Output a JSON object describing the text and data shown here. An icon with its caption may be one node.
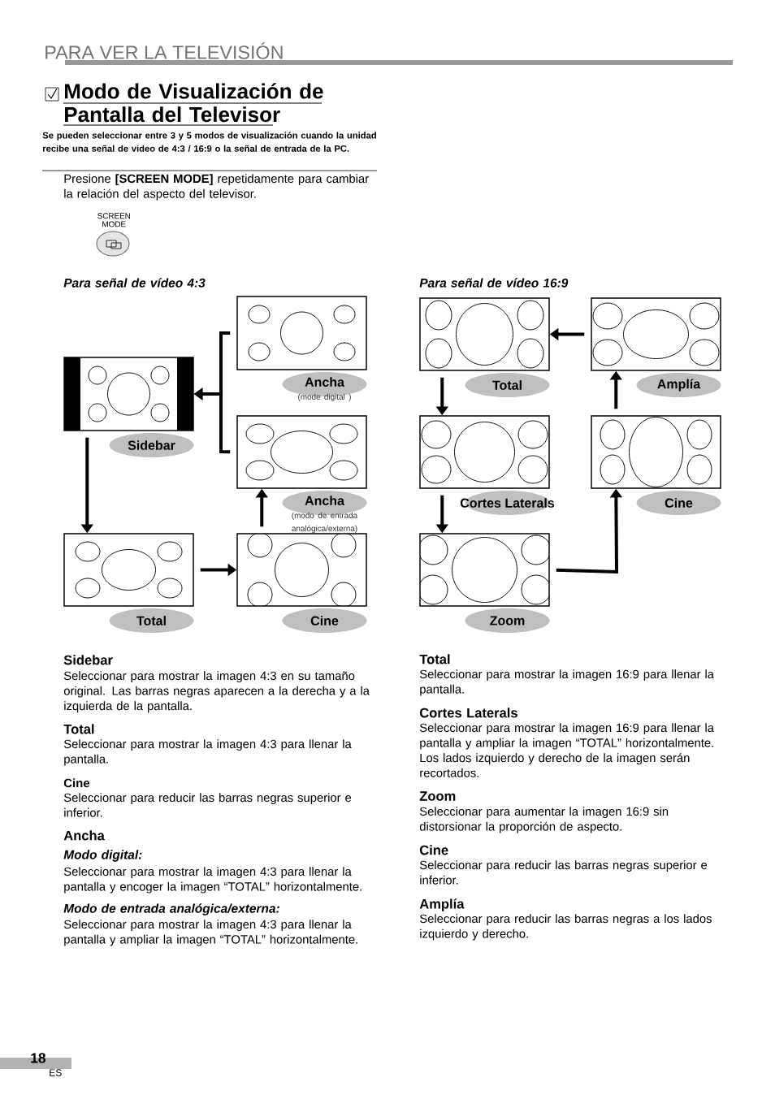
{
  "diagram": {
    "title": "PARA VER LA TELEVISIÓN",
    "nodes": [
      {
        "text": [],
        "shape": "box",
        "beside": [
          "Ancha",
          "(mode digital )"
        ]
      },
      {
        "text": [],
        "shape": "box",
        "beside": [
          "Sidebar"
        ]
      },
      {
        "text": [],
        "shape": "box",
        "beside": [
          "Ancha",
          "(modo de entrada analógica/externa)"
        ]
      },
      {
        "text": [],
        "shape": "box",
        "beside": [
          "Total"
        ]
      },
      {
        "text": [],
        "shape": "box",
        "beside": [
          "Cine"
        ]
      },
      {
        "text": [],
        "shape": "box",
        "beside": [
          "Total"
        ]
      },
      {
        "text": [],
        "shape": "box",
        "beside": [
          "Amplía"
        ]
      },
      {
        "text": [],
        "shape": "box",
        "beside": [
          "Cortes Laterals"
        ]
      },
      {
        "text": [],
        "shape": "box",
        "beside": [
          "Cine"
        ]
      },
      {
        "text": [],
        "shape": "box",
        "beside": [
          "Zoom"
        ]
      }
    ],
    "edges": [
      {
        "from": 0,
        "to": 1,
        "arrow": "to"
      },
      {
        "from": 2,
        "to": 1,
        "arrow": "to"
      },
      {
        "from": 1,
        "to": 3,
        "arrow": "to"
      },
      {
        "from": 3,
        "to": 4,
        "arrow": "to"
      },
      {
        "from": 4,
        "to": 2,
        "arrow": "to"
      },
      {
        "from": 6,
        "to": 5,
        "arrow": "to"
      },
      {
        "from": 5,
        "to": 7,
        "arrow": "to"
      },
      {
        "from": 7,
        "to": 9,
        "arrow": "to"
      },
      {
        "from": 9,
        "to": 8,
        "arrow": "to"
      },
      {
        "from": 8,
        "to": 6,
        "arrow": "to"
      }
    ],
    "labels": [
      "Modo de Visualización de Pantalla del Televisor",
      "Se pueden seleccionar entre 3 y 5 modos de visualización cuando la unidad recibe una señal de video de 4:3 / 16:9 o la señal de entrada de la PC.",
      "Presione **[SCREEN MODE]** repetidamente para cambiar la relación del aspecto del televisor.",
      "SCREEN MODE",
      "Para señal de vídeo 4:3",
      "Para señal de vídeo 16:9",
      "Sidebar",
      "Seleccionar para mostrar la imagen 4:3 en su tamaño original. Las barras negras aparecen a la derecha y a la izquierda de la pantalla.",
      "Total",
      "Seleccionar para mostrar la imagen 4:3 para llenar la pantalla.",
      "Cine",
      "Seleccionar para reducir las barras negras superior e inferior.",
      "Ancha",
      "Modo digital:",
      "Seleccionar para mostrar la imagen 4:3 para llenar la pantalla y encoger la imagen “TOTAL” horizontalmente.",
      "Modo de entrada analógica/externa:",
      "Seleccionar para mostrar la imagen 4:3 para llenar la pantalla y ampliar la imagen “TOTAL” horizontalmente.",
      "Total",
      "Seleccionar para mostrar la imagen 16:9 para llenar la pantalla.",
      "Cortes Laterals",
      "Seleccionar para mostrar la imagen 16:9 para llenar la pantalla y ampliar la imagen “TOTAL” horizontalmente. Los lados izquierdo y derecho de la imagen serán recortados.",
      "Zoom",
      "Seleccionar para aumentar la imagen 16:9 sin distorsionar la proporción de aspecto.",
      "Cine",
      "Seleccionar para reducir las barras negras superior e inferior.",
      "Amplía",
      "Seleccionar para reducir las barras negras a los lados izquierdo y derecho.",
      "18",
      "ES"
    ]
  }
}
